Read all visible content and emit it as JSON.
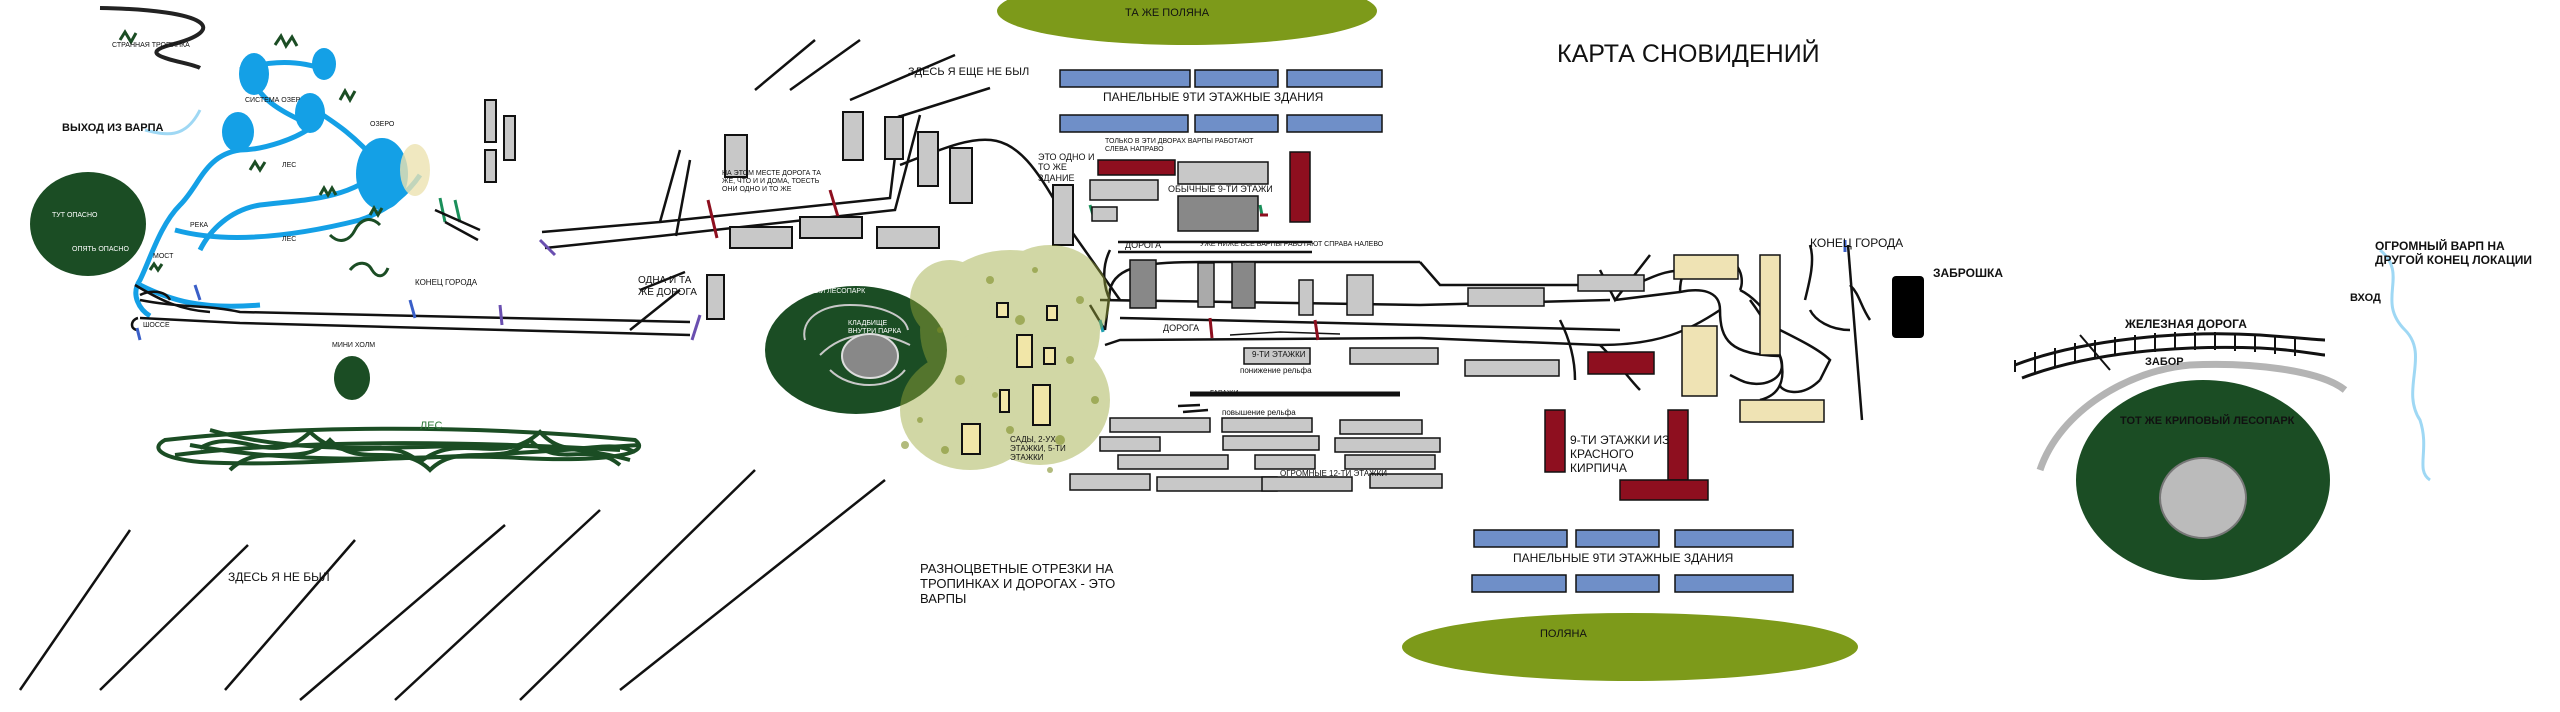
{
  "title": "КАРТА СНОВИДЕНИЙ",
  "colors": {
    "forest": "#1b4d24",
    "water": "#14a0e6",
    "meadow": "#7d9a1a",
    "panel": "#6f8fc8",
    "brick": "#8e0f1f",
    "grey_building": "#c8c8c8",
    "cream_building": "#efe3b4",
    "moss": "#b3be5a"
  },
  "labels": {
    "same_meadow": "ТА ЖЕ ПОЛЯНА",
    "meadow": "ПОЛЯНА",
    "panel_top": "ПАНЕЛЬНЫЕ 9ТИ ЭТАЖНЫЕ ЗДАНИЯ",
    "panel_bottom": "ПАНЕЛЬНЫЕ 9ТИ ЭТАЖНЫЕ ЗДАНИЯ",
    "strange_path": "СТРАННАЯ ТРОПИНКА",
    "lake_system": "СИСТЕМА ОЗЕР",
    "lake": "ОЗЕРО",
    "exit_warp": "ВЫХОД ИЗ ВАРПА",
    "forest_1": "ЛЕС",
    "forest_2": "ЛЕС",
    "river": "РЕКА",
    "bridge": "МОСТ",
    "dangerous": "ТУТ ОПАСНО",
    "village": "ОПЯТЬ ОПАСНО",
    "highway": "ШОССЕ",
    "city_end_left": "КОНЕЦ ГОРОДА",
    "mini_hill": "МИНИ ХОЛМ",
    "forest_big": "ЛЕС",
    "never_here_top": "ЗДЕСЬ Я ЕЩЕ НЕ БЫЛ",
    "never_here_bottom": "ЗДЕСЬ Я НЕ БЫЛ",
    "same_road_note": "НА ЭТОМ МЕСТЕ ДОРОГА ТА ЖЕ, ЧТО И И ДОМА, ТОЕСТЬ ОНИ ОДНО И ТО ЖЕ",
    "one_road": "ОДНА И ТА ЖЕ ДОРОГА",
    "same_building": "ЭТО ОДНО И ТО ЖЕ ЗДАНИЕ",
    "warp_yards": "ТОЛЬКО В ЭТИ ДВОРАХ ВАРПЫ РАБОТАЮТ СЛЕВА НАПРАВО",
    "ordinary_9": "ОБЫЧНЫЕ 9-ТИ ЭТАЖИ",
    "road_1": "ДОРОГА",
    "warps_right_left": "УЖЕ НИЖЕ ВСЕ ВАРПЫ РАБОТАЮТ СПРАВА НАЛЕВО",
    "road_2": "ДОРОГА",
    "nine_floors": "9-ТИ ЭТАЖКИ",
    "relief_down": "понижение рельфа",
    "creepy_park": "КРИПОВЫЙ ЛЕСОПАРК",
    "cemetery": "КЛАДБИЩЕ ВНУТРИ ПАРКА",
    "garages": "ГАРАЖИ",
    "relief_up": "повышение рельфа",
    "gardens": "САДЫ, 2-УХ ЭТАЖКИ, 5-ТИ ЭТАЖКИ",
    "huge_12": "ОГРОМНЫЕ 12-ТИ ЭТАЖКИ",
    "warps_note": "РАЗНОЦВЕТНЫЕ ОТРЕЗКИ НА ТРОПИНКАХ И ДОРОГАХ - ЭТО ВАРПЫ",
    "red_brick": "9-ТИ ЭТАЖКИ ИЗ КРАСНОГО КИРПИЧА",
    "city_end_right": "КОНЕЦ ГОРОДА",
    "abandoned": "ЗАБРОШКА",
    "railway": "ЖЕЛЕЗНАЯ ДОРОГА",
    "fence": "ЗАБОР",
    "same_creepy_park": "ТОТ ЖЕ КРИПОВЫЙ ЛЕСОПАРК",
    "huge_warp": "ОГРОМНЫЙ ВАРП НА ДРУГОЙ КОНЕЦ ЛОКАЦИИ",
    "entrance": "ВХОД"
  }
}
